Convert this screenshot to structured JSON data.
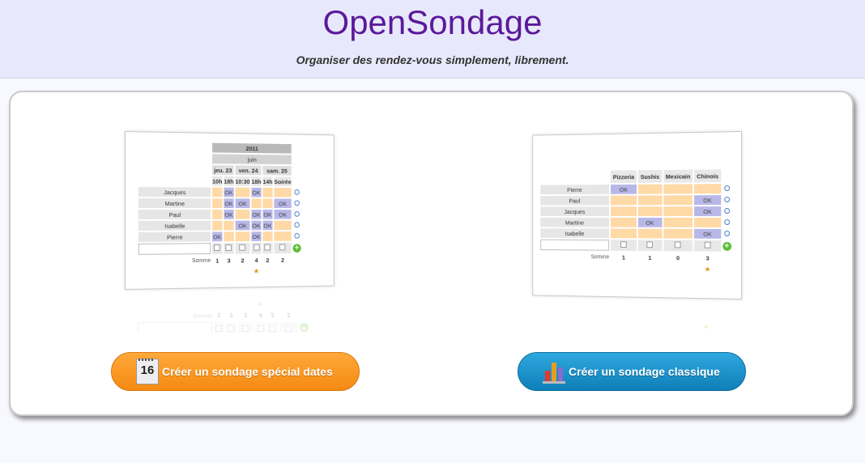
{
  "header": {
    "title": "OpenSondage",
    "tagline": "Organiser des rendez-vous simplement, librement."
  },
  "dates_preview": {
    "year": "2011",
    "month": "juin",
    "days": [
      "jeu. 23",
      "ven. 24",
      "sam. 25"
    ],
    "hours": [
      "10h",
      "18h",
      "10:30",
      "18h",
      "14h",
      "Soirée"
    ],
    "rows": [
      {
        "name": "Jacques",
        "votes": [
          0,
          1,
          0,
          1,
          0,
          0
        ]
      },
      {
        "name": "Martine",
        "votes": [
          0,
          1,
          1,
          0,
          0,
          1
        ]
      },
      {
        "name": "Paul",
        "votes": [
          0,
          1,
          0,
          1,
          1,
          1
        ]
      },
      {
        "name": "Isabelle",
        "votes": [
          0,
          0,
          1,
          1,
          1,
          0
        ]
      },
      {
        "name": "Pierre",
        "votes": [
          1,
          0,
          0,
          1,
          0,
          0
        ]
      }
    ],
    "yes_label": "OK",
    "sum_label": "Somme",
    "sums": [
      "1",
      "3",
      "2",
      "4",
      "2",
      "2"
    ]
  },
  "classic_preview": {
    "choices": [
      "Pizzeria",
      "Sushis",
      "Mexicain",
      "Chinois"
    ],
    "rows": [
      {
        "name": "Pierre",
        "votes": [
          1,
          0,
          0,
          0
        ]
      },
      {
        "name": "Paul",
        "votes": [
          0,
          0,
          0,
          1
        ]
      },
      {
        "name": "Jacques",
        "votes": [
          0,
          0,
          0,
          1
        ]
      },
      {
        "name": "Martine",
        "votes": [
          0,
          1,
          0,
          0
        ]
      },
      {
        "name": "Isabelle",
        "votes": [
          0,
          0,
          0,
          1
        ]
      }
    ],
    "yes_label": "OK",
    "sum_label": "Somme",
    "sums": [
      "1",
      "1",
      "0",
      "3"
    ]
  },
  "buttons": {
    "dates_label": "Créer un sondage spécial dates",
    "dates_icon": "calendar-icon",
    "dates_icon_text": "16",
    "classic_label": "Créer un sondage classique",
    "classic_icon": "bar-chart-icon"
  },
  "colors": {
    "title": "#5b1a99",
    "header_bg": "#e8e8fc",
    "button_dates": "#f58a12",
    "button_classic": "#0f7fb8",
    "vote_yes": "#b8b8e8",
    "vote_no": "#ffd9a6"
  }
}
